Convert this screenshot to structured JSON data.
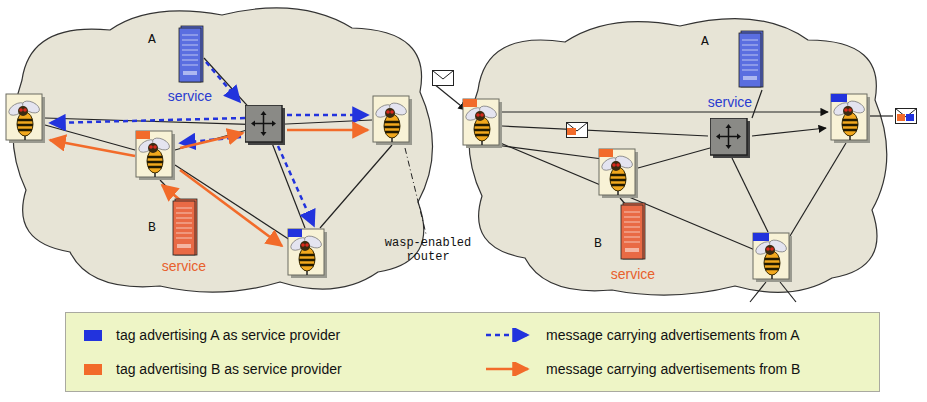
{
  "diagram": {
    "nodes": [
      {
        "text": [
          "A",
          "service"
        ]
      },
      {
        "text": [
          "B",
          "service"
        ]
      },
      {
        "text": [
          "A",
          "service"
        ]
      },
      {
        "text": [
          "B",
          "service"
        ]
      }
    ],
    "labels": [
      "wasp-enabled router"
    ],
    "legend": [
      {
        "text": "tag advertising A as service provider",
        "color": "#2233dd"
      },
      {
        "text": "tag advertising B as service provider",
        "color": "#f26b2a"
      },
      {
        "text": "message carrying advertisements from A"
      },
      {
        "text": "message carrying advertisements from B"
      }
    ]
  }
}
